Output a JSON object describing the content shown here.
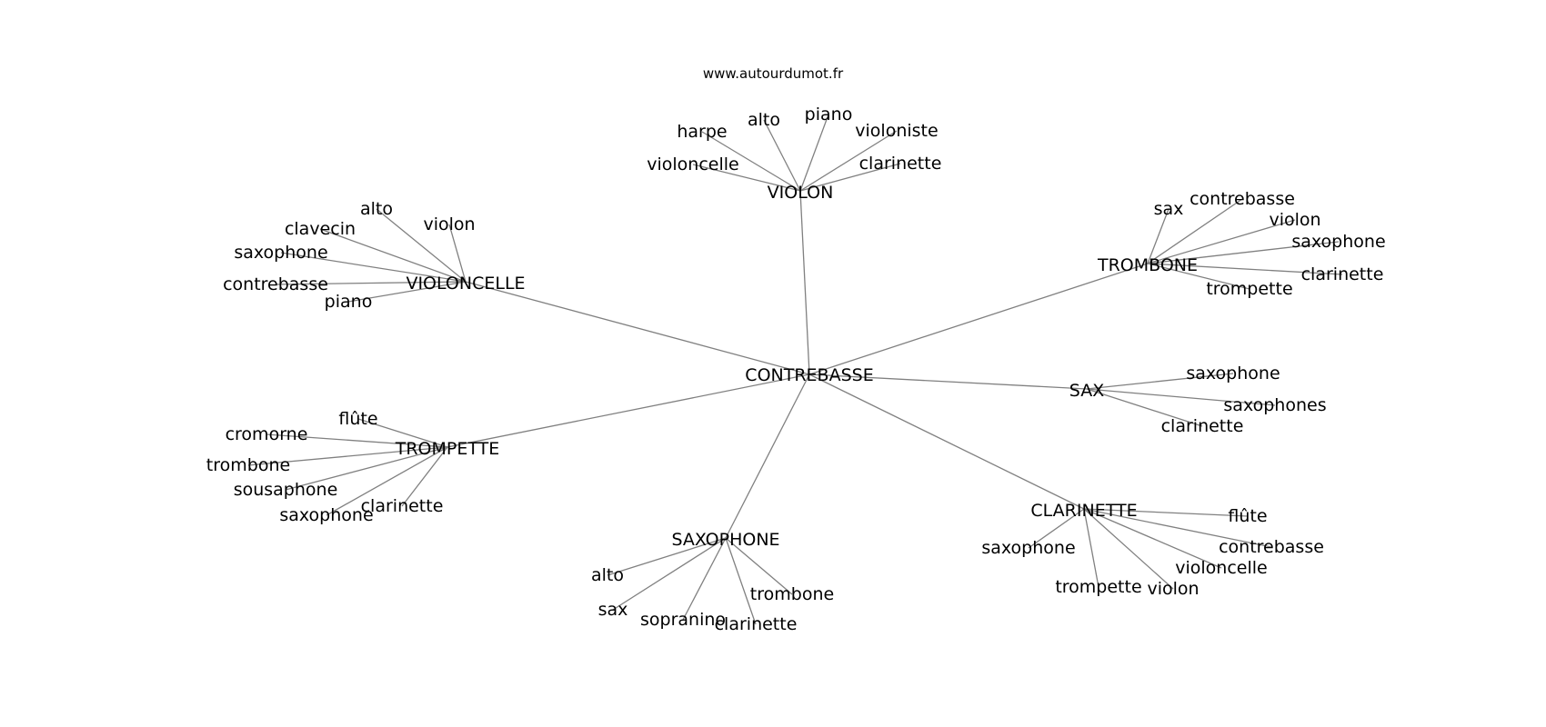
{
  "source": "www.autourdumot.fr",
  "center": "CONTREBASSE",
  "hubs": [
    {
      "label": "VIOLON",
      "leaves": [
        "harpe",
        "alto",
        "piano",
        "violoniste",
        "violoncelle",
        "clarinette"
      ]
    },
    {
      "label": "TROMBONE",
      "leaves": [
        "sax",
        "contrebasse",
        "violon",
        "saxophone",
        "clarinette",
        "trompette"
      ]
    },
    {
      "label": "SAX",
      "leaves": [
        "saxophone",
        "saxophones",
        "clarinette"
      ]
    },
    {
      "label": "CLARINETTE",
      "leaves": [
        "flûte",
        "contrebasse",
        "violoncelle",
        "saxophone",
        "trompette",
        "violon"
      ]
    },
    {
      "label": "SAXOPHONE",
      "leaves": [
        "alto",
        "sax",
        "sopranino",
        "clarinette",
        "trombone"
      ]
    },
    {
      "label": "TROMPETTE",
      "leaves": [
        "flûte",
        "cromorne",
        "trombone",
        "sousaphone",
        "saxophone",
        "clarinette"
      ]
    },
    {
      "label": "VIOLONCELLE",
      "leaves": [
        "alto",
        "violon",
        "clavecin",
        "saxophone",
        "contrebasse",
        "piano"
      ]
    }
  ]
}
